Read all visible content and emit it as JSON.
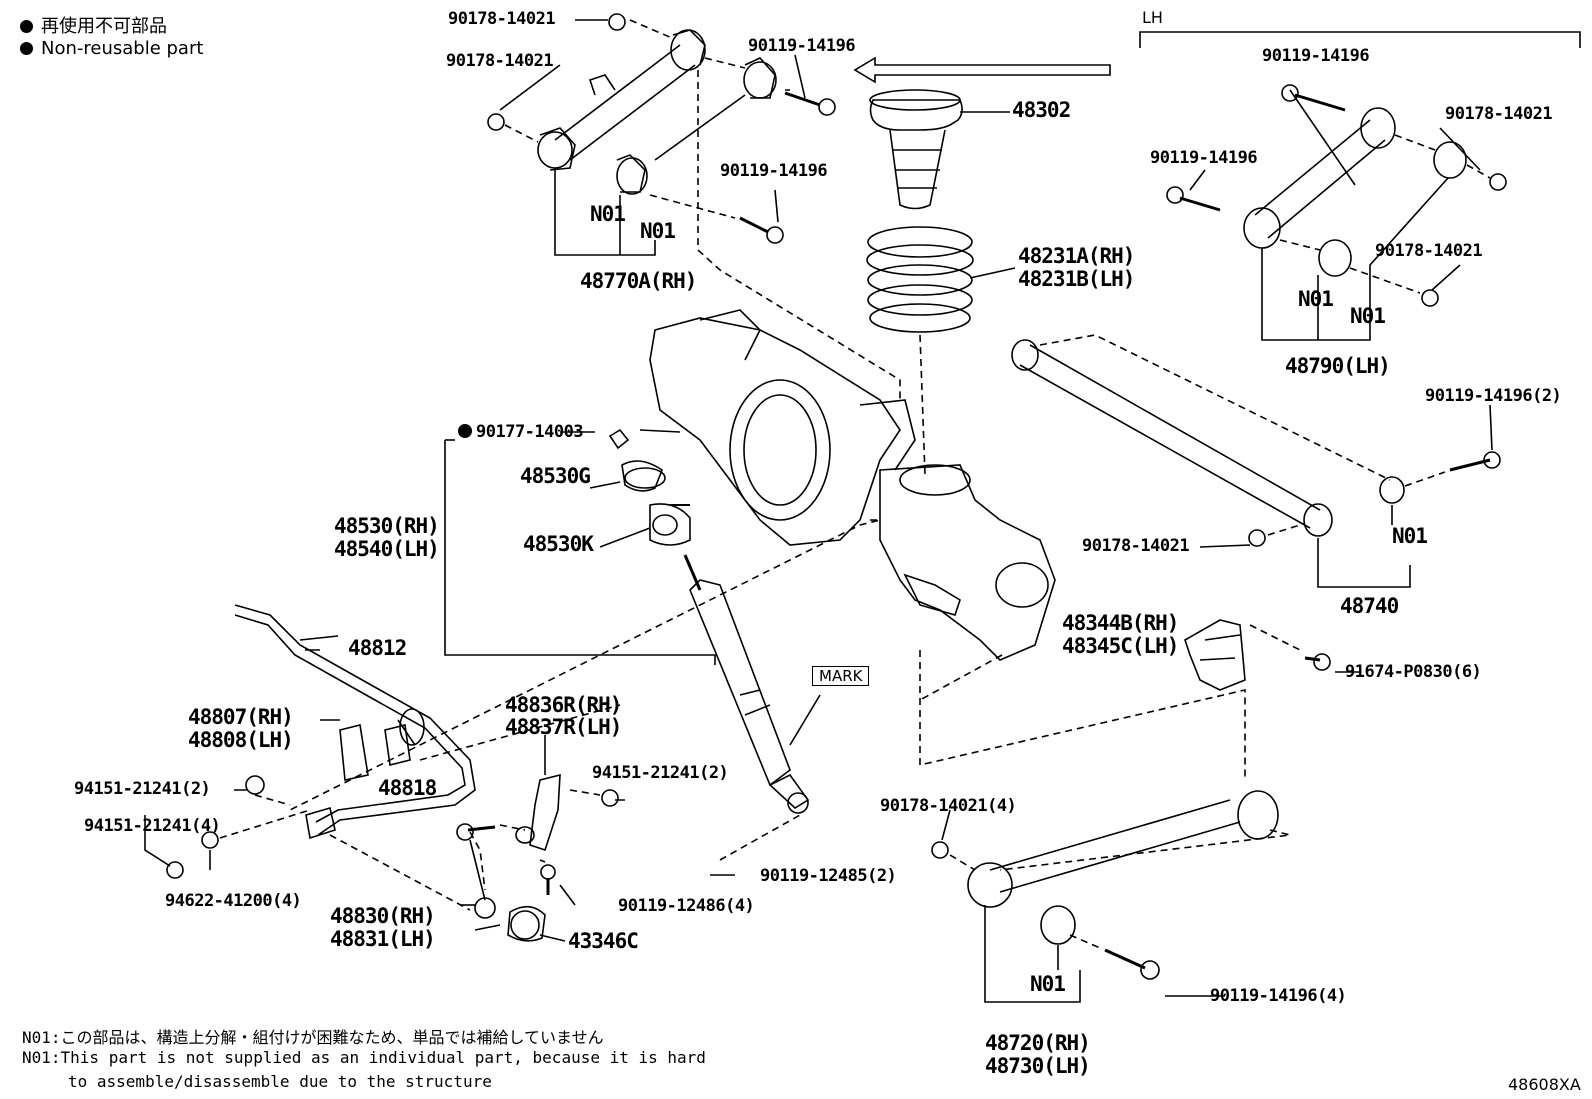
{
  "legend": {
    "jp": "再使用不可部品",
    "en": "Non-reusable part"
  },
  "side_label": "LH",
  "mark_label": "MARK",
  "figure_code": "48608XA",
  "notes": {
    "jp": "N01:この部品は、構造上分解・組付けが困難なため、単品では補給していません",
    "en_line1": "N01:This part is not supplied as an individual part, because it is hard",
    "en_line2": "to assemble/disassemble due to the structure"
  },
  "parts": {
    "p1": "90178-14021",
    "p2": "90178-14021",
    "p3": "90119-14196",
    "p4": "90119-14196",
    "p5": "N01",
    "p6": "N01",
    "p7": "48770A(RH)",
    "p8": "48302",
    "p9": "48231A(RH)",
    "p10": "48231B(LH)",
    "p11": "90119-14196",
    "p12": "90178-14021",
    "p13": "90119-14196",
    "p14": "90178-14021",
    "p15": "N01",
    "p16": "N01",
    "p17": "48790(LH)",
    "p18": "90119-14196(2)",
    "p19": "90178-14021",
    "p20": "N01",
    "p21": "48740",
    "p22": "90177-14003",
    "p23": "48530G",
    "p24": "48530(RH)",
    "p25": "48540(LH)",
    "p26": "48530K",
    "p27": "48812",
    "p28": "48807(RH)",
    "p29": "48808(LH)",
    "p30": "48818",
    "p31": "94151-21241(2)",
    "p32": "94151-21241(4)",
    "p33": "94622-41200(4)",
    "p34": "48836R(RH)",
    "p35": "48837R(LH)",
    "p36": "94151-21241(2)",
    "p37": "90119-12485(2)",
    "p38": "90119-12486(4)",
    "p39": "48830(RH)",
    "p40": "48831(LH)",
    "p41": "43346C",
    "p42": "48344B(RH)",
    "p43": "48345C(LH)",
    "p44": "91674-P0830(6)",
    "p45": "90178-14021(4)",
    "p46": "N01",
    "p47": "90119-14196(4)",
    "p48": "48720(RH)",
    "p49": "48730(LH)"
  }
}
